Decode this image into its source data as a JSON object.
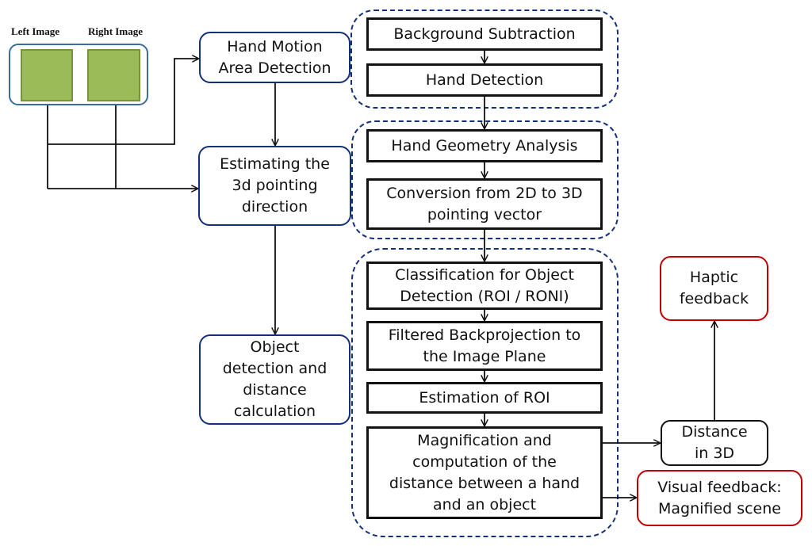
{
  "inputs": {
    "left_image_label": "Left Image",
    "right_image_label": "Right Image"
  },
  "stages": {
    "hand_motion": "Hand Motion\nArea Detection",
    "estimating": "Estimating the\n3d pointing\ndirection",
    "object_detection": "Object\ndetection and\ndistance\ncalculation"
  },
  "group1": {
    "background_subtraction": "Background Subtraction",
    "hand_detection": "Hand Detection"
  },
  "group2": {
    "hand_geometry": "Hand Geometry Analysis",
    "conversion": "Conversion from 2D to 3D\npointing vector"
  },
  "group3": {
    "classification": "Classification for Object\nDetection (ROI / RONI)",
    "filtered_backprojection": "Filtered Backprojection to\nthe Image Plane",
    "estimation_roi": "Estimation of ROI",
    "magnification": "Magnification and\ncomputation of the\ndistance between a hand\nand an object"
  },
  "outputs": {
    "haptic": "Haptic\nfeedback",
    "distance": "Distance\nin 3D",
    "visual": "Visual feedback:\nMagnified scene"
  },
  "colors": {
    "stage_border": "#14307a",
    "output_border": "#c00000",
    "image_fill": "#9bbb59",
    "image_frame": "#3d6aa0"
  }
}
